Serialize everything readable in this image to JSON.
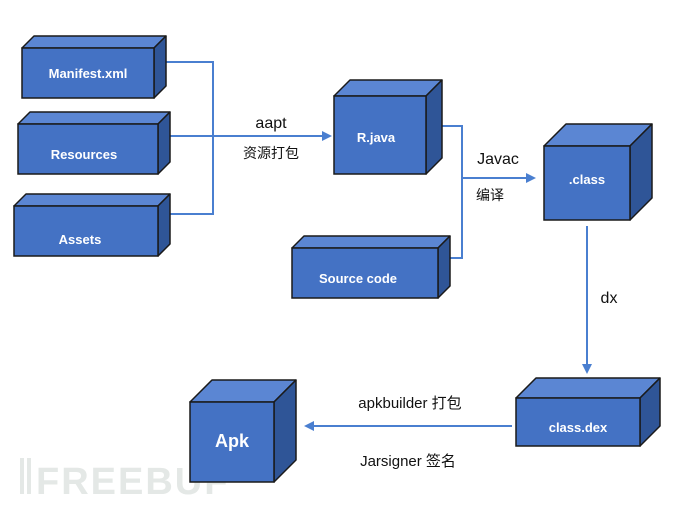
{
  "colors": {
    "box_front": "#4472c4",
    "box_top": "#5b86d3",
    "box_side": "#2f5597",
    "box_border": "#1a1a1a",
    "connector": "#4a7fd0"
  },
  "nodes": {
    "manifest": "Manifest.xml",
    "resources": "Resources",
    "assets": "Assets",
    "rjava": "R.java",
    "source": "Source code",
    "classfile": ".class",
    "dex": "class.dex",
    "apk": "Apk"
  },
  "edges": {
    "aapt_tool": "aapt",
    "aapt_desc": "资源打包",
    "javac_tool": "Javac",
    "javac_desc": "编译",
    "dx_tool": "dx",
    "apkbuilder": "apkbuilder 打包",
    "jarsigner": "Jarsigner 签名"
  },
  "watermark": "FREEBUF"
}
